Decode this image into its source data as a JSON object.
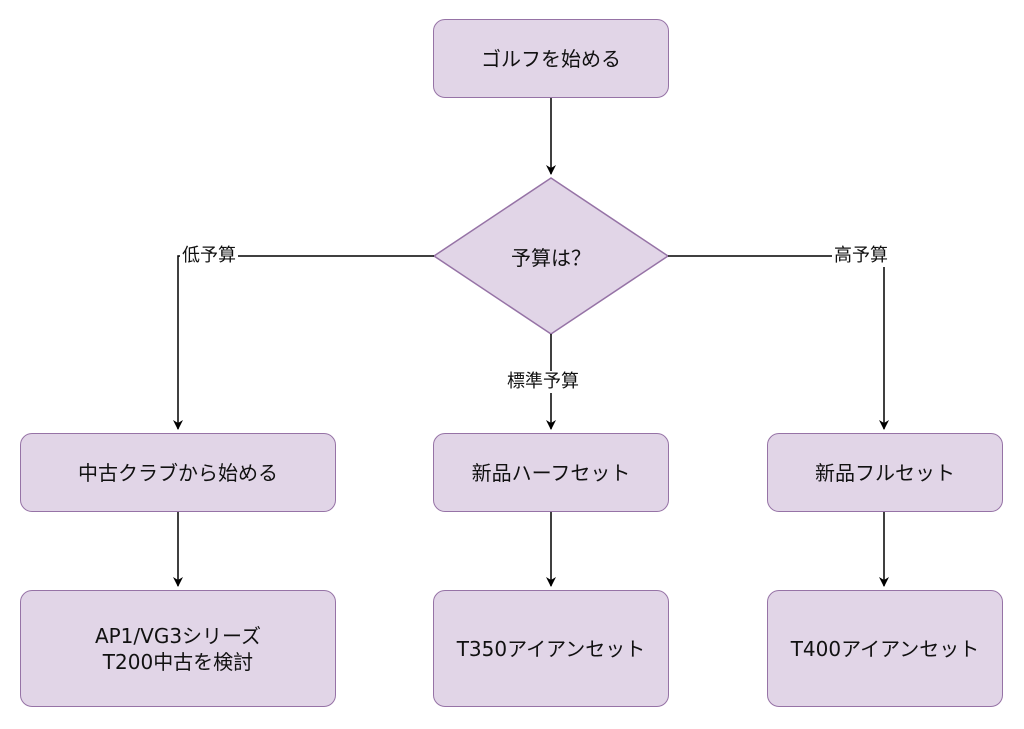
{
  "nodes": {
    "start": "ゴルフを始める",
    "decision": "予算は？",
    "used": "中古クラブから始める",
    "half": "新品ハーフセット",
    "full": "新品フルセット",
    "used_result": "AP1/VG3シリーズ\nT200中古を検討",
    "half_result": "T350アイアンセット",
    "full_result": "T400アイアンセット"
  },
  "edges": {
    "low": "低予算",
    "standard": "標準予算",
    "high": "高予算"
  },
  "colors": {
    "node_fill": "#e1d5e7",
    "node_stroke": "#9673a6",
    "line": "#000000"
  }
}
